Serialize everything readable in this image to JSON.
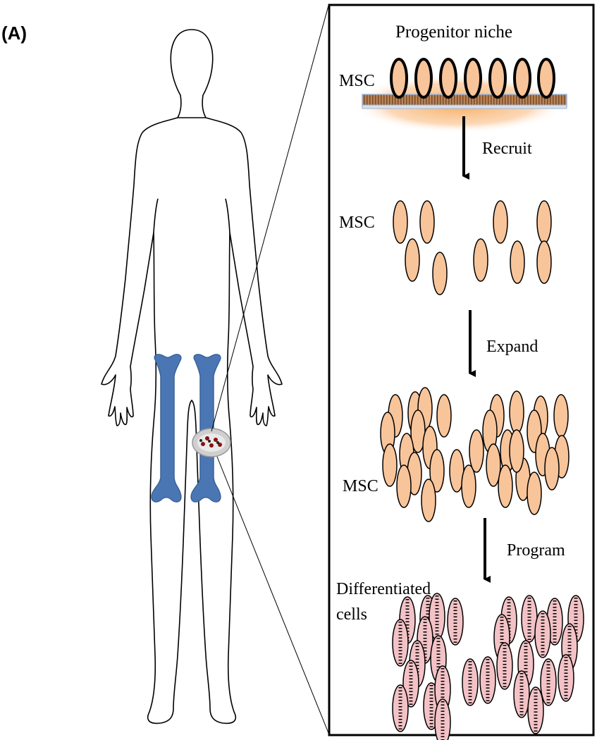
{
  "panel_label": "(A)",
  "niche_title": "Progenitor niche",
  "msc_label": "MSC",
  "steps": {
    "recruit": "Recruit",
    "expand": "Expand",
    "program": "Program"
  },
  "differentiated_label_line1": "Differentiated",
  "differentiated_label_line2": "cells",
  "colors": {
    "bone": "#4a77b4",
    "msc_fill": "#f8c49a",
    "differentiated_fill": "#f3c2c6",
    "niche_glow": "#f9b36b",
    "outline": "#000000"
  }
}
